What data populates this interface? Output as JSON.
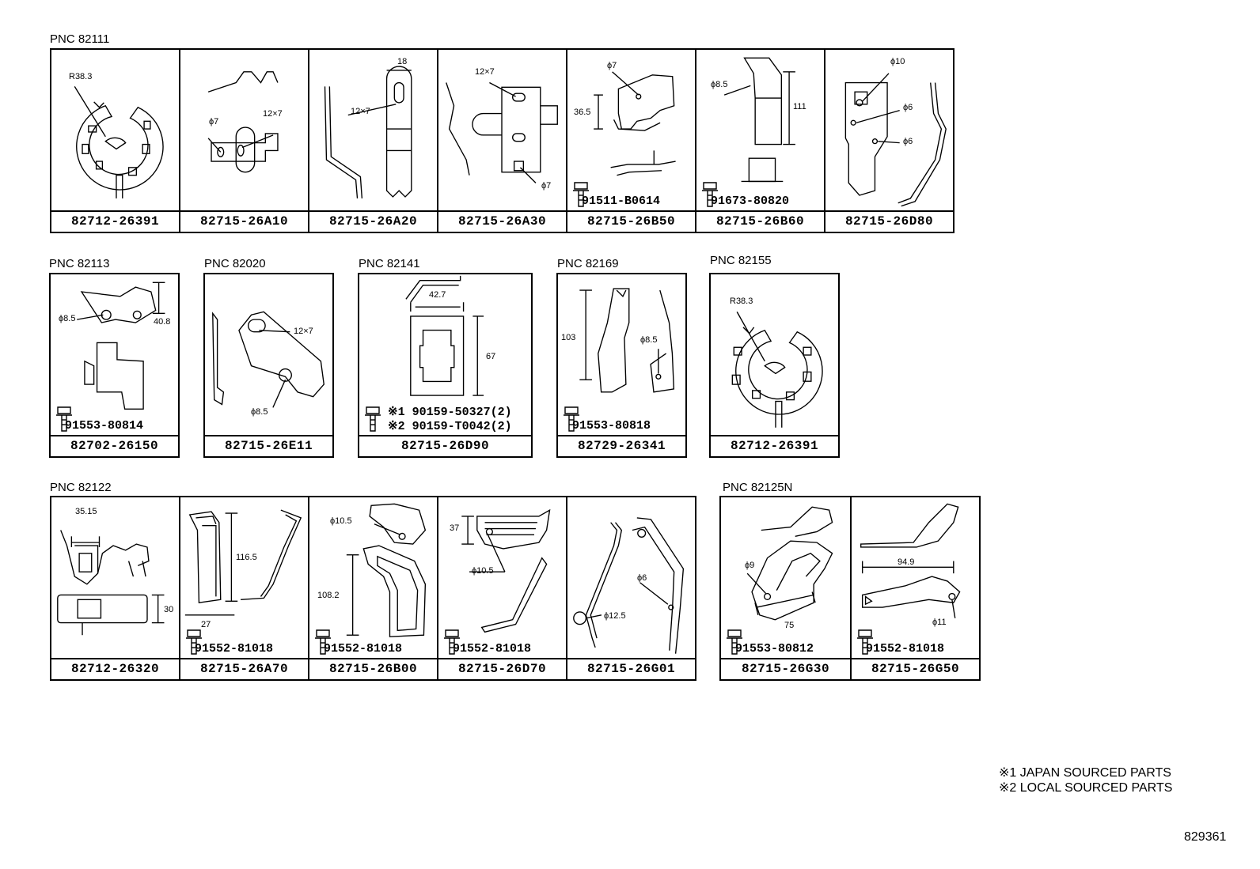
{
  "groups": [
    {
      "pnc": "PNC 82111",
      "cells": [
        {
          "part": "82712-26391",
          "dims": [
            "R38.3"
          ],
          "bolt": ""
        },
        {
          "part": "82715-26A10",
          "dims": [
            "ϕ7",
            "12×7"
          ],
          "bolt": ""
        },
        {
          "part": "82715-26A20",
          "dims": [
            "18",
            "12×7"
          ],
          "bolt": ""
        },
        {
          "part": "82715-26A30",
          "dims": [
            "12×7",
            "ϕ7"
          ],
          "bolt": ""
        },
        {
          "part": "82715-26B50",
          "dims": [
            "ϕ7",
            "36.5"
          ],
          "bolt": "91511-B0614"
        },
        {
          "part": "82715-26B60",
          "dims": [
            "ϕ8.5",
            "111"
          ],
          "bolt": "91673-80820"
        },
        {
          "part": "82715-26D80",
          "dims": [
            "ϕ10",
            "ϕ6",
            "ϕ6"
          ],
          "bolt": ""
        }
      ]
    },
    {
      "pnc": "PNC 82113",
      "cells": [
        {
          "part": "82702-26150",
          "dims": [
            "ϕ8.5",
            "40.8"
          ],
          "bolt": "91553-80814"
        }
      ]
    },
    {
      "pnc": "PNC 82020",
      "cells": [
        {
          "part": "82715-26E11",
          "dims": [
            "12×7",
            "ϕ8.5"
          ],
          "bolt": ""
        }
      ]
    },
    {
      "pnc": "PNC 82141",
      "cells": [
        {
          "part": "82715-26D90",
          "dims": [
            "42.7",
            "67"
          ],
          "bolt": "",
          "notes": [
            "※1 90159-50327(2)",
            "※2 90159-T0042(2)"
          ]
        }
      ]
    },
    {
      "pnc": "PNC 82169",
      "cells": [
        {
          "part": "82729-26341",
          "dims": [
            "103",
            "ϕ8.5"
          ],
          "bolt": "91553-80818"
        }
      ]
    },
    {
      "pnc": "PNC 82155",
      "cells": [
        {
          "part": "82712-26391",
          "dims": [
            "R38.3"
          ],
          "bolt": ""
        }
      ]
    },
    {
      "pnc": "PNC 82122",
      "cells": [
        {
          "part": "82712-26320",
          "dims": [
            "35.15",
            "30"
          ],
          "bolt": ""
        },
        {
          "part": "82715-26A70",
          "dims": [
            "116.5",
            "27"
          ],
          "bolt": "91552-81018"
        },
        {
          "part": "82715-26B00",
          "dims": [
            "ϕ10.5",
            "108.2"
          ],
          "bolt": "91552-81018"
        },
        {
          "part": "82715-26D70",
          "dims": [
            "37",
            "ϕ10.5"
          ],
          "bolt": "91552-81018"
        },
        {
          "part": "82715-26G01",
          "dims": [
            "ϕ6",
            "ϕ12.5"
          ],
          "bolt": ""
        }
      ]
    },
    {
      "pnc": "PNC 82125N",
      "cells": [
        {
          "part": "82715-26G30",
          "dims": [
            "ϕ9",
            "75"
          ],
          "bolt": "91553-80812"
        },
        {
          "part": "82715-26G50",
          "dims": [
            "94.9",
            "ϕ11"
          ],
          "bolt": "91552-81018"
        }
      ]
    }
  ],
  "legend": [
    "※1 JAPAN SOURCED PARTS",
    "※2 LOCAL SOURCED PARTS"
  ],
  "reference_number": "829361"
}
